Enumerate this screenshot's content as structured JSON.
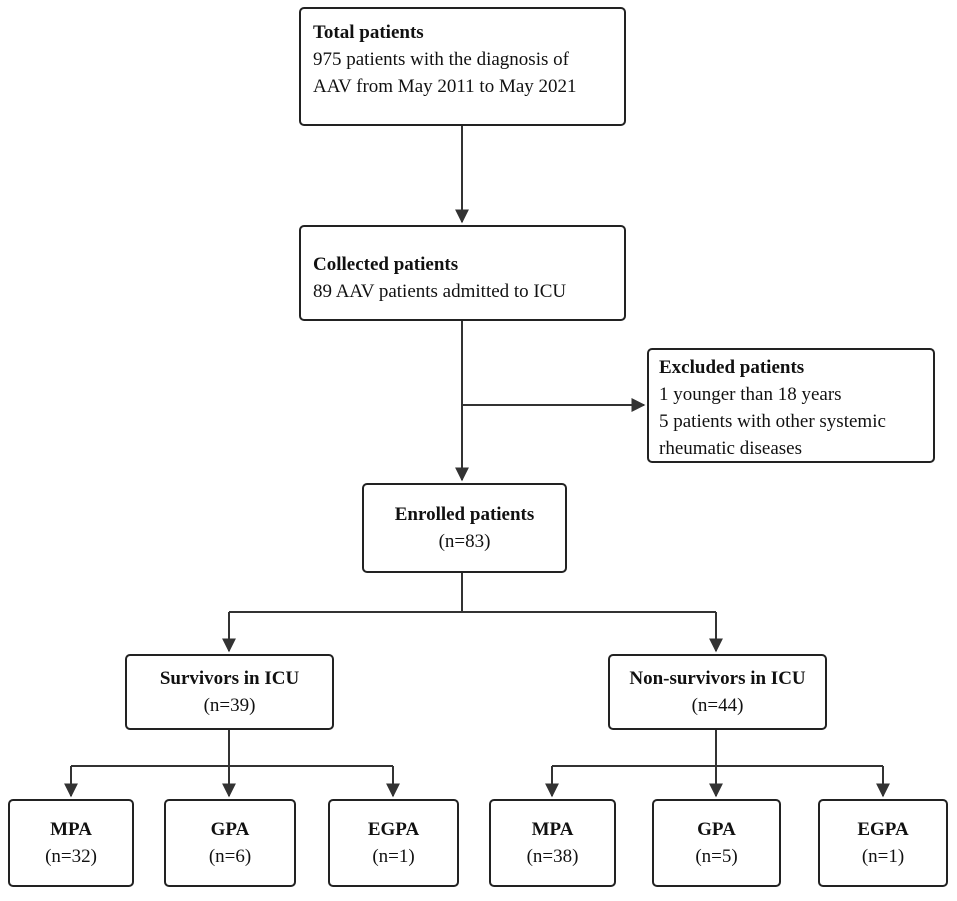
{
  "nodes": {
    "total": {
      "title": "Total patients",
      "lines": [
        "975 patients with the diagnosis of",
        "AAV from May 2011 to May 2021"
      ]
    },
    "collected": {
      "title": "Collected patients",
      "lines": [
        "89 AAV patients admitted to ICU"
      ]
    },
    "excluded": {
      "title": "Excluded patients",
      "lines": [
        "1 younger than 18 years",
        "5 patients with other systemic",
        "rheumatic diseases"
      ]
    },
    "enrolled": {
      "title": "Enrolled patients",
      "n": "(n=83)"
    },
    "survivors": {
      "title": "Survivors in ICU",
      "n": "(n=39)"
    },
    "nonsurvivors": {
      "title": "Non-survivors in ICU",
      "n": "(n=44)"
    },
    "s_mpa": {
      "title": "MPA",
      "n": "(n=32)"
    },
    "s_gpa": {
      "title": "GPA",
      "n": "(n=6)"
    },
    "s_egpa": {
      "title": "EGPA",
      "n": "(n=1)"
    },
    "ns_mpa": {
      "title": "MPA",
      "n": "(n=38)"
    },
    "ns_gpa": {
      "title": "GPA",
      "n": "(n=5)"
    },
    "ns_egpa": {
      "title": "EGPA",
      "n": "(n=1)"
    }
  },
  "colors": {
    "line": "#333333",
    "border": "#222222"
  }
}
